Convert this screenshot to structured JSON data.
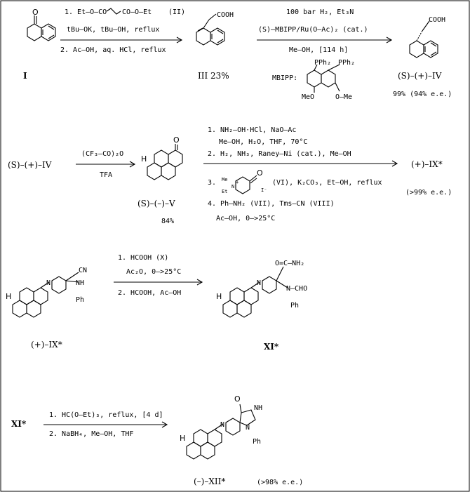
{
  "step1": {
    "reagent1": "1. Et–O–CO",
    "reagent1b": "CO–O–Et",
    "reagent1_ref": "(II)",
    "reagent1_line2": "tBu–OK, tBu–OH, reflux",
    "reagent2": "2. Ac–OH, aq. HCl, reflux",
    "start_label": "I",
    "product_label": "III 23%",
    "product_group": "COOH"
  },
  "step2": {
    "conditions1": "100 bar H₂, Et₃N",
    "conditions2": "(S)–MBIPP/Ru(O–Ac)₂ (cat.)",
    "conditions3": "Me–OH, [114 h]",
    "ligand_name": "MBIPP:",
    "ligand_pph2_a": "PPh₂",
    "ligand_pph2_b": "PPh₂",
    "ligand_ome_a": "MeO",
    "ligand_ome_b": "O–Me",
    "product_label": "(S)–(+)–IV",
    "product_yield": "99% (94% e.e.)",
    "product_group": "COOH"
  },
  "step3": {
    "start_label": "(S)–(+)–IV",
    "reagent": "(CF₃–CO)₂O",
    "solvent": "TFA",
    "product_label": "(S)–(–)–V",
    "product_yield": "84%",
    "h_label": "H",
    "o_label": "O"
  },
  "step4": {
    "line1": "1. NH₂–OH·HCl, NaO–Ac",
    "line2": "Me–OH, H₂O, THF, 70°C",
    "line3": "2. H₂, NH₃, Raney–Ni (cat.), Me–OH",
    "line4_num": "3.",
    "line4_rest": "(VI), K₂CO₃, Et–OH, reflux",
    "reagent_me": "Me",
    "reagent_et": "Et",
    "reagent_n": "N",
    "reagent_plus": "+",
    "reagent_i": "I⁻",
    "reagent_o": "O",
    "line5": "4. Ph–NH₂ (VII), Tms–CN (VIII)",
    "line6": "Ac–OH, 0–>25°C",
    "product_label": "(+)–IX*",
    "product_ee": "(>99% e.e.)"
  },
  "step5": {
    "start_label": "(+)–IX*",
    "line1": "1. HCOOH (X)",
    "line2": "Ac₂O, 0–>25°C",
    "line3": "2. HCOOH, Ac–OH",
    "product_label": "XI*",
    "cn": "CN",
    "nh": "NH",
    "ph": "Ph",
    "conh2": "O=C–NH₂",
    "n_cho": "N–CHO",
    "n": "N",
    "h": "H"
  },
  "step6": {
    "start_label": "XI*",
    "line1": "1. HC(O–Et)₃, reflux, [4 d]",
    "line2": "2. NaBH₄, Me–OH, THF",
    "product_label": "(–)–XII*",
    "product_ee": "(>98% e.e.)",
    "o": "O",
    "nh": "NH",
    "n": "N",
    "ph": "Ph",
    "h": "H"
  }
}
